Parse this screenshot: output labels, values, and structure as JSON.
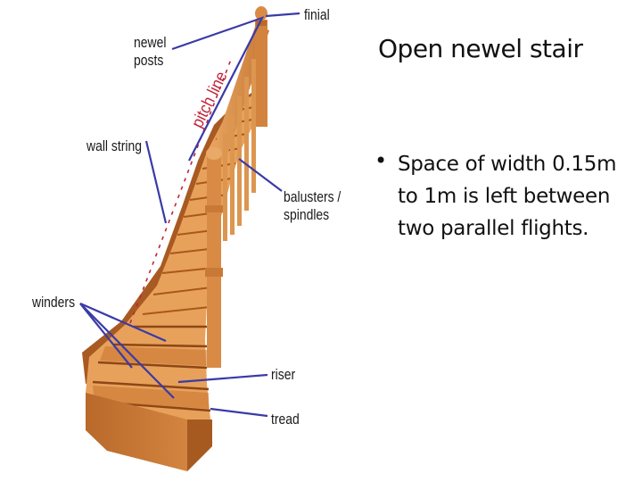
{
  "slide": {
    "title": "Open newel stair",
    "bullet_symbol": "•",
    "bullet": "Space of width 0.15m to 1m is left between two parallel flights."
  },
  "labels": {
    "finial": "finial",
    "newel_posts": "newel\nposts",
    "pitch_line": "pitch line",
    "wall_string": "wall string",
    "balusters": "balusters /\nspindles",
    "winders": "winders",
    "riser": "riser",
    "tread": "tread"
  },
  "colors": {
    "leader_line": "#3a3aa8",
    "pitch_line": "#c0253a",
    "wood": "#d9924a"
  }
}
